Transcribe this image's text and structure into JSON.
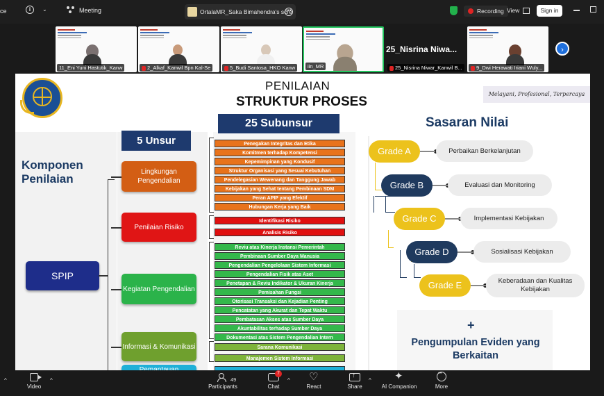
{
  "topbar": {
    "left_clip": "ce",
    "meeting_label": "Meeting",
    "share_title": "OrtalaMR_Saka Bimahendra's scre",
    "recording_label": "Recording",
    "view_label": "View",
    "signin_label": "Sign in"
  },
  "gallery": {
    "tiles": [
      {
        "caption": "11_Eni Yuni Hastutik_Kanw"
      },
      {
        "caption": "2_Alkaf_Kanwil Bpn Kal-Se"
      },
      {
        "caption": "5_Budi Santosa_HKO Kanw"
      },
      {
        "caption": "iin_MR"
      },
      {
        "big_name": "25_Nisrina  Niwa...",
        "caption": "25_Nisrina Niwar_Kanwil B..."
      },
      {
        "caption": "9_Dwi Herawati Iriani Wuly..."
      }
    ]
  },
  "slide": {
    "title_line1": "PENILAIAN",
    "title_line2": "STRUKTUR PROSES",
    "motto": "Melayani, Profesional, Terpercaya",
    "komponen_line1": "Komponen",
    "komponen_line2": "Penilaian",
    "spip": "SPIP",
    "unsur_header": "5 Unsur",
    "subunsur_header": "25 Subunsur",
    "unsur": [
      "Lingkungan Pengendalian",
      "Penilaian Risiko",
      "Kegiatan Pengendalian",
      "Informasi & Komunikasi",
      "Pemantauan"
    ],
    "sub_lingkungan": [
      "Penegakan Integritas dan Etika",
      "Komitmen terhadap Kompetensi",
      "Kepemimpinan yang Kondusif",
      "Struktur Organisasi yang Sesuai Kebutuhan",
      "Pendelegasian Wewenang dan Tanggung Jawab",
      "Kebijakan yang Sehat tentang Pembinaan SDM",
      "Peran APIP yang Efektif",
      "Hubungan Kerja yang Baik"
    ],
    "sub_risiko": [
      "Identifikasi Risiko",
      "Analisis Risiko"
    ],
    "sub_kegiatan": [
      "Reviu atas Kinerja Instansi Pemerintah",
      "Pembinaan Sumber Daya Manusia",
      "Pengendalian Pengelolaan Sistem Informasi",
      "Pengendalian Fisik atas Aset",
      "Penetapan & Reviu Indikator & Ukuran Kinerja",
      "Pemisahan Fungsi",
      "Otorisasi Transaksi dan Kejadian Penting",
      "Pencatatan yang Akurat dan Tepat Waktu",
      "Pembatasan Akses atas Sumber Daya",
      "Akuntabilitas terhadap Sumber Daya",
      "Dokumentasi atas Sistem Pengendalian Intern"
    ],
    "sub_informasi": [
      "Sarana Komunikasi",
      "Manajemen Sistem Informasi"
    ],
    "sasaran_title": "Sasaran Nilai",
    "grades": [
      {
        "label": "Grade A",
        "desc": "Perbaikan Berkelanjutan"
      },
      {
        "label": "Grade B",
        "desc": "Evaluasi dan Monitoring"
      },
      {
        "label": "Grade C",
        "desc": "Implementasi Kebijakan"
      },
      {
        "label": "Grade D",
        "desc": "Sosialisasi Kebijakan"
      },
      {
        "label": "Grade E",
        "desc": "Keberadaan dan Kualitas Kebijakan"
      }
    ],
    "plus": "+",
    "eviden": "Pengumpulan Eviden yang Berkaitan"
  },
  "toolbar": {
    "video": "Video",
    "participants": "Participants",
    "participant_count": "49",
    "chat": "Chat",
    "chat_badge": "7",
    "react": "React",
    "share": "Share",
    "ai": "AI Companion",
    "more": "More"
  },
  "colors": {
    "grade_gold": "#ecc21c",
    "grade_navy": "#1f3a5e",
    "recording_red": "#e02424",
    "active_tile": "#22c55e"
  }
}
